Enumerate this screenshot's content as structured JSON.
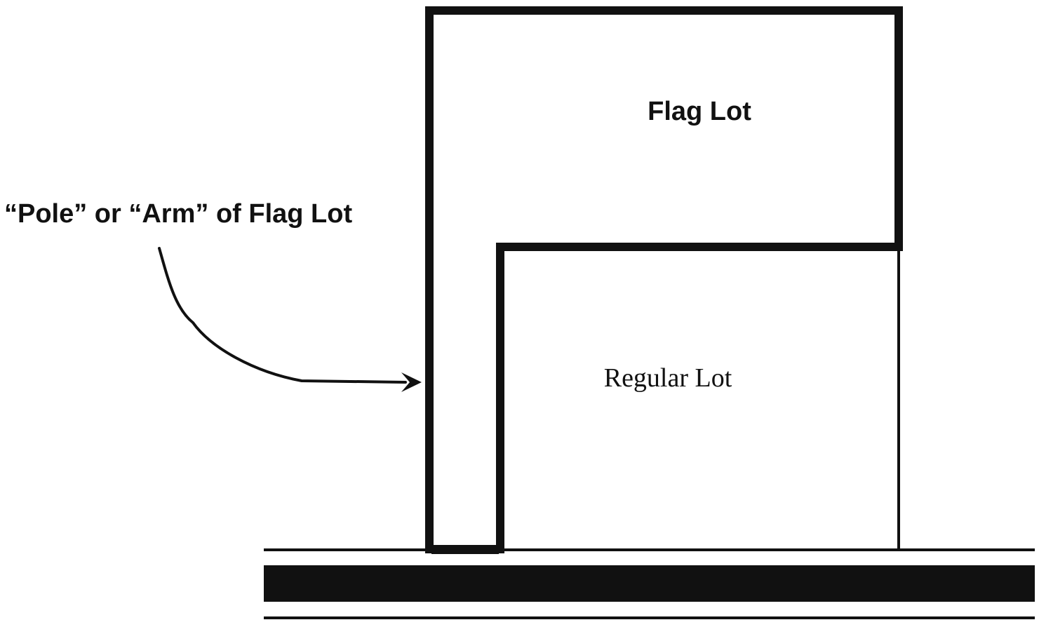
{
  "diagram": {
    "labels": {
      "flag_lot": "Flag Lot",
      "regular_lot": "Regular Lot",
      "pole_annotation": "“Pole” or “Arm” of Flag Lot"
    },
    "colors": {
      "line": "#111111",
      "background": "#ffffff"
    }
  }
}
